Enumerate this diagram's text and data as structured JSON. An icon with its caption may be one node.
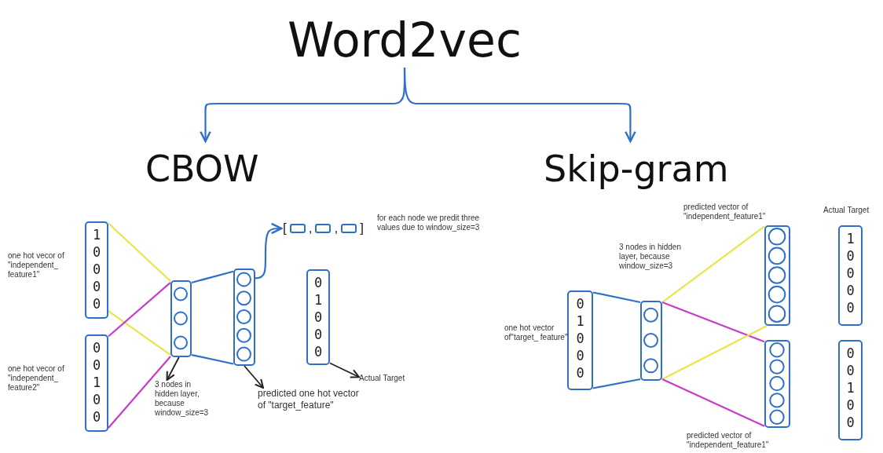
{
  "diagram": {
    "nodes": [
      {
        "text": [
          "Word2vec"
        ]
      },
      {
        "text": [
          "CBOW"
        ]
      },
      {
        "text": [
          "Skip-gram"
        ]
      },
      {
        "text": [
          "1 0 0 0 0"
        ],
        "beside": [
          "one hot vecor of \"independent_ feature1\""
        ]
      },
      {
        "text": [
          "0 0 1 0 0"
        ],
        "beside": [
          "one hot vecor of \"independent_ feature2\""
        ]
      },
      {
        "text": [],
        "shape": "box"
      },
      {
        "text": [],
        "shape": "box"
      },
      {
        "text": [
          "[",
          ",",
          ",",
          "]"
        ],
        "beside": [
          "for each node we predit three values due to window_size=3"
        ]
      },
      {
        "text": [
          "0 1 0 0 0"
        ]
      },
      {
        "text": [
          "3 nodes in hidden layer, because window_size=3"
        ]
      },
      {
        "text": [
          "predicted one hot vector of \"target_feature\""
        ]
      },
      {
        "text": [
          "Actual Target"
        ]
      },
      {
        "text": [
          "0 1 0 0 0"
        ],
        "beside": [
          "one hot vector of\"target_ feature\""
        ]
      },
      {
        "text": [],
        "shape": "box",
        "beside": [
          "3 nodes in hidden layer, because window_size=3"
        ]
      },
      {
        "text": [],
        "shape": "box",
        "beside": [
          "predicted vector of \"independent_feature1\""
        ]
      },
      {
        "text": [],
        "shape": "box",
        "beside": [
          "predicted vector of \"independent_feature1\""
        ]
      },
      {
        "text": [
          "1 0 0 0 0"
        ]
      },
      {
        "text": [
          "0 0 1 0 0"
        ]
      }
    ],
    "edges": [
      {
        "from": 0,
        "to": 1,
        "arrow": "to"
      },
      {
        "from": 0,
        "to": 2,
        "arrow": "to"
      },
      {
        "from": 3,
        "to": 5,
        "arrow": "none",
        "color": "#e6e64a"
      },
      {
        "from": 3,
        "to": 5,
        "arrow": "none",
        "color": "#e6e64a"
      },
      {
        "from": 4,
        "to": 5,
        "arrow": "none",
        "color": "#c43cc8"
      },
      {
        "from": 4,
        "to": 5,
        "arrow": "none",
        "color": "#c43cc8"
      },
      {
        "from": 5,
        "to": 6,
        "arrow": "none"
      },
      {
        "from": 5,
        "to": 6,
        "arrow": "none"
      },
      {
        "from": 6,
        "to": 7,
        "arrow": "to"
      },
      {
        "from": 5,
        "to": 9,
        "arrow": "to",
        "color": "#222222"
      },
      {
        "from": 6,
        "to": 10,
        "arrow": "to",
        "color": "#222222"
      },
      {
        "from": 8,
        "to": 11,
        "arrow": "to",
        "color": "#222222"
      },
      {
        "from": 12,
        "to": 13,
        "arrow": "none"
      },
      {
        "from": 12,
        "to": 13,
        "arrow": "none"
      },
      {
        "from": 13,
        "to": 14,
        "arrow": "none",
        "color": "#e6e64a"
      },
      {
        "from": 13,
        "to": 15,
        "arrow": "none",
        "color": "#c43cc8"
      },
      {
        "from": 13,
        "to": 14,
        "arrow": "none",
        "color": "#e6e64a"
      },
      {
        "from": 13,
        "to": 15,
        "arrow": "none",
        "color": "#c43cc8"
      }
    ],
    "labels": [
      "Actual Target"
    ]
  }
}
